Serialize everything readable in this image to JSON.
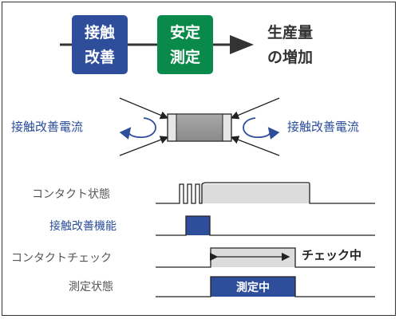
{
  "top": {
    "box_blue_line1": "接触",
    "box_blue_line2": "改善",
    "box_green_line1": "安定",
    "box_green_line2": "測定",
    "result_line1": "生産量",
    "result_line2": "の増加"
  },
  "middle": {
    "left_label": "接触改善電流",
    "right_label": "接触改善電流"
  },
  "timing": {
    "rows": [
      {
        "label": "コンタクト状態"
      },
      {
        "label": "接触改善機能"
      },
      {
        "label": "コンタクトチェック"
      },
      {
        "label": "測定状態"
      }
    ],
    "check_label": "チェック中",
    "measure_label": "測定中"
  },
  "colors": {
    "blue": "#2e4d9b",
    "green": "#0a8a4a",
    "gray_fill": "#dcdcdc",
    "dark": "#333333"
  }
}
